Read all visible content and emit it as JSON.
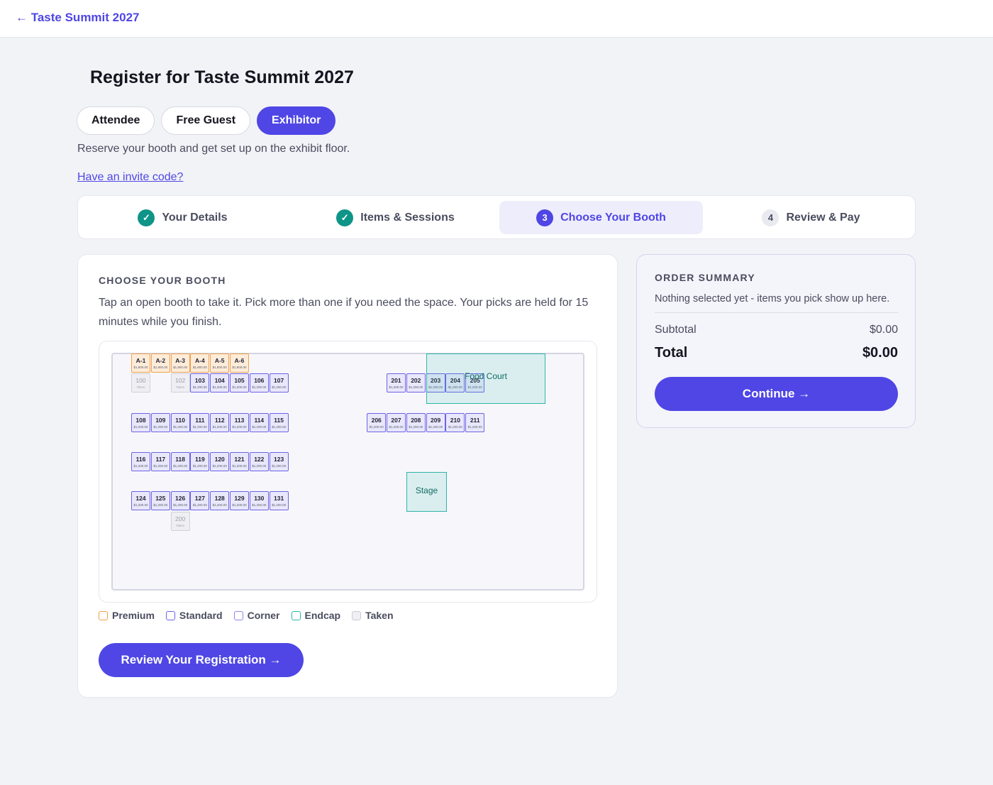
{
  "header": {
    "back_label": "← Taste Summit 2027"
  },
  "page": {
    "title": "Register for Taste Summit 2027",
    "subtitle": "Reserve your booth and get set up on the exhibit floor.",
    "invite_link": "Have an invite code?"
  },
  "registration_types": [
    {
      "label": "Attendee",
      "active": false
    },
    {
      "label": "Free Guest",
      "active": false
    },
    {
      "label": "Exhibitor",
      "active": true
    }
  ],
  "steps": [
    {
      "badge": "✓",
      "label": "Your Details",
      "state": "done"
    },
    {
      "badge": "✓",
      "label": "Items & Sessions",
      "state": "done"
    },
    {
      "badge": "3",
      "label": "Choose Your Booth",
      "state": "current"
    },
    {
      "badge": "4",
      "label": "Review & Pay",
      "state": "todo"
    }
  ],
  "booth_section": {
    "heading": "CHOOSE YOUR BOOTH",
    "description": "Tap an open booth to take it. Pick more than one if you need the space. Your picks are held for 15 minutes while you finish.",
    "review_button": "Review Your Registration →"
  },
  "floor_plan": {
    "zones": [
      {
        "label": "Food Court"
      },
      {
        "label": "Stage"
      }
    ],
    "booths": [
      {
        "id": "A-1",
        "type": "premium",
        "price": "$1,800.00"
      },
      {
        "id": "A-2",
        "type": "premium",
        "price": "$1,800.00"
      },
      {
        "id": "A-3",
        "type": "premium",
        "price": "$1,800.00"
      },
      {
        "id": "A-4",
        "type": "premium",
        "price": "$1,800.00"
      },
      {
        "id": "A-5",
        "type": "premium",
        "price": "$1,800.00"
      },
      {
        "id": "A-6",
        "type": "premium",
        "price": "$1,800.00"
      },
      {
        "id": "100",
        "type": "taken",
        "price": "Taken"
      },
      {
        "id": "102",
        "type": "taken",
        "price": "Taken"
      },
      {
        "id": "103",
        "type": "standard",
        "price": "$1,200.00"
      },
      {
        "id": "104",
        "type": "standard",
        "price": "$1,200.00"
      },
      {
        "id": "105",
        "type": "standard",
        "price": "$1,200.00"
      },
      {
        "id": "106",
        "type": "standard",
        "price": "$1,200.00"
      },
      {
        "id": "107",
        "type": "standard",
        "price": "$1,200.00"
      },
      {
        "id": "108",
        "type": "standard",
        "price": "$1,200.00"
      },
      {
        "id": "109",
        "type": "standard",
        "price": "$1,200.00"
      },
      {
        "id": "110",
        "type": "standard",
        "price": "$1,200.00"
      },
      {
        "id": "111",
        "type": "standard",
        "price": "$1,200.00"
      },
      {
        "id": "112",
        "type": "standard",
        "price": "$1,200.00"
      },
      {
        "id": "113",
        "type": "standard",
        "price": "$1,200.00"
      },
      {
        "id": "114",
        "type": "standard",
        "price": "$1,200.00"
      },
      {
        "id": "115",
        "type": "standard",
        "price": "$1,200.00"
      },
      {
        "id": "116",
        "type": "standard",
        "price": "$1,200.00"
      },
      {
        "id": "117",
        "type": "standard",
        "price": "$1,200.00"
      },
      {
        "id": "118",
        "type": "standard",
        "price": "$1,200.00"
      },
      {
        "id": "119",
        "type": "standard",
        "price": "$1,200.00"
      },
      {
        "id": "120",
        "type": "standard",
        "price": "$1,200.00"
      },
      {
        "id": "121",
        "type": "standard",
        "price": "$1,200.00"
      },
      {
        "id": "122",
        "type": "standard",
        "price": "$1,200.00"
      },
      {
        "id": "123",
        "type": "standard",
        "price": "$1,200.00"
      },
      {
        "id": "124",
        "type": "standard",
        "price": "$1,200.00"
      },
      {
        "id": "125",
        "type": "standard",
        "price": "$1,200.00"
      },
      {
        "id": "126",
        "type": "standard",
        "price": "$1,200.00"
      },
      {
        "id": "127",
        "type": "standard",
        "price": "$1,200.00"
      },
      {
        "id": "128",
        "type": "standard",
        "price": "$1,200.00"
      },
      {
        "id": "129",
        "type": "standard",
        "price": "$1,200.00"
      },
      {
        "id": "130",
        "type": "standard",
        "price": "$1,200.00"
      },
      {
        "id": "131",
        "type": "standard",
        "price": "$1,200.00"
      },
      {
        "id": "200",
        "type": "taken",
        "price": "Taken"
      },
      {
        "id": "201",
        "type": "standard",
        "price": "$1,200.00"
      },
      {
        "id": "202",
        "type": "standard",
        "price": "$1,200.00"
      },
      {
        "id": "203",
        "type": "standard",
        "price": "$1,200.00"
      },
      {
        "id": "204",
        "type": "standard",
        "price": "$1,200.00"
      },
      {
        "id": "205",
        "type": "standard",
        "price": "$1,200.00"
      },
      {
        "id": "206",
        "type": "standard",
        "price": "$1,200.00"
      },
      {
        "id": "207",
        "type": "standard",
        "price": "$1,200.00"
      },
      {
        "id": "208",
        "type": "standard",
        "price": "$1,200.00"
      },
      {
        "id": "209",
        "type": "standard",
        "price": "$1,200.00"
      },
      {
        "id": "210",
        "type": "standard",
        "price": "$1,200.00"
      },
      {
        "id": "211",
        "type": "standard",
        "price": "$1,200.00"
      }
    ]
  },
  "legend": [
    {
      "label": "Premium",
      "key": "premium"
    },
    {
      "label": "Standard",
      "key": "standard"
    },
    {
      "label": "Corner",
      "key": "corner"
    },
    {
      "label": "Endcap",
      "key": "endcap"
    },
    {
      "label": "Taken",
      "key": "taken"
    }
  ],
  "order_summary": {
    "heading": "ORDER SUMMARY",
    "empty_text": "Nothing selected yet - items you pick show up here.",
    "subtotal_label": "Subtotal",
    "subtotal_value": "$0.00",
    "total_label": "Total",
    "total_value": "$0.00",
    "continue_button": "Continue →"
  },
  "colors": {
    "accent": "#4f46e5",
    "done_step": "#0f9488",
    "premium": "#f0a04b",
    "endcap": "#2fb5a8"
  }
}
